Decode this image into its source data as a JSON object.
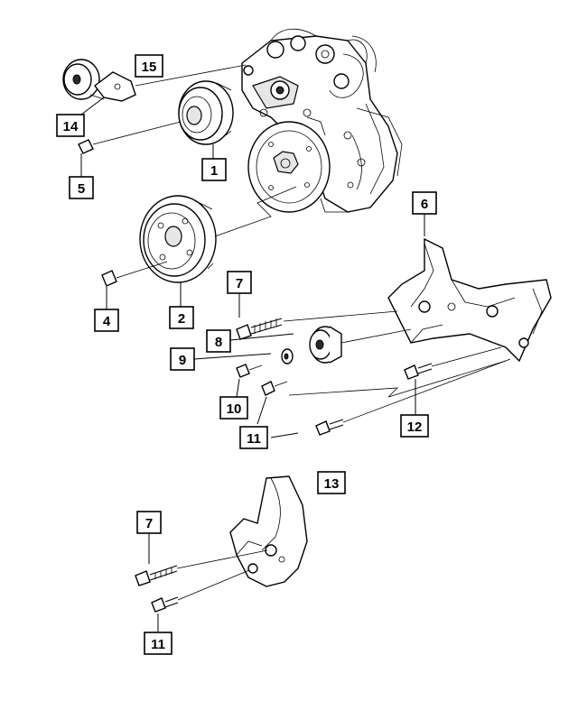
{
  "callouts": [
    {
      "id": "c1",
      "label": "1"
    },
    {
      "id": "c2",
      "label": "2"
    },
    {
      "id": "c4",
      "label": "4"
    },
    {
      "id": "c5",
      "label": "5"
    },
    {
      "id": "c6",
      "label": "6"
    },
    {
      "id": "c7a",
      "label": "7"
    },
    {
      "id": "c7b",
      "label": "7"
    },
    {
      "id": "c8",
      "label": "8"
    },
    {
      "id": "c9",
      "label": "9"
    },
    {
      "id": "c10",
      "label": "10"
    },
    {
      "id": "c11a",
      "label": "11"
    },
    {
      "id": "c11b",
      "label": "11"
    },
    {
      "id": "c12",
      "label": "12"
    },
    {
      "id": "c13",
      "label": "13"
    },
    {
      "id": "c14",
      "label": "14"
    },
    {
      "id": "c15",
      "label": "15"
    }
  ],
  "colors": {
    "line": "#000000",
    "background": "#ffffff",
    "shade": "#e6e6e6"
  }
}
